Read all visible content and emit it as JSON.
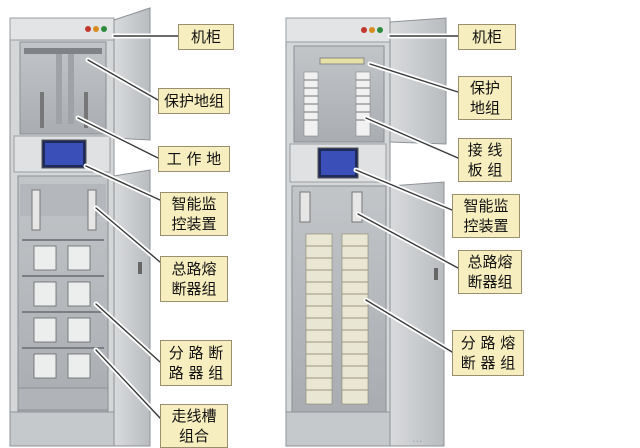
{
  "left_cabinet": {
    "labels": {
      "cabinet": "机柜",
      "protect_ground": "保护地组",
      "work_ground": "工 作 地",
      "smart_monitor": "智能监\n控装置",
      "main_fuse": "总路熔\n断器组",
      "branch_breaker": "分 路 断\n路 器 组",
      "wire_trough": "走线槽\n组合"
    }
  },
  "right_cabinet": {
    "labels": {
      "cabinet": "机柜",
      "protect_ground": "保护\n地组",
      "terminal_board": "接 线\n板 组",
      "smart_monitor": "智能监\n控装置",
      "main_fuse": "总路熔\n断器组",
      "branch_fuse": "分 路 熔\n断 器 组"
    }
  },
  "watermark": "...",
  "colors": {
    "label_bg": "#f7eec0",
    "label_border": "#9a9070",
    "cabinet_frame": "#c9cbcd",
    "screen_blue": "#3b4fb8"
  }
}
